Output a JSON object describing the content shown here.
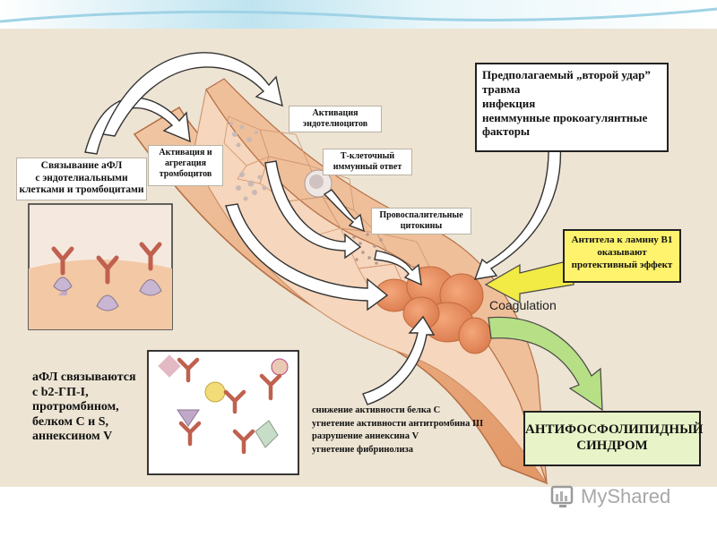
{
  "labels": {
    "binding": [
      "Связывание аФЛ",
      "с эндотелиальными",
      "клетками и тромбоцитами"
    ],
    "platelet": [
      "Активация и",
      "агрегация",
      "тромбоцитов"
    ],
    "endothelial": [
      "Активация",
      "эндотелиоцитов"
    ],
    "tcell": [
      "Т-клеточный",
      "иммунный ответ"
    ],
    "cytokines": [
      "Провоспалительные",
      "цитокины"
    ],
    "second_hit": [
      "Предполагаемый „второй удар”",
      "травма",
      "инфекция",
      "неиммунные прокоагулянтные",
      "факторы"
    ],
    "lamin": [
      "Антитела к ламину В1",
      "оказывают",
      "протективный эффект"
    ],
    "coagulation": "Coagulation",
    "apl_binding": [
      "аФЛ связываются",
      "с b2-ГП-I,",
      "протромбином,",
      "белком С и S,",
      "аннексином V"
    ],
    "effects": [
      "снижение активности белка С",
      "угнетение активности антитромбина III",
      "разрушение аннексина V",
      "угнетение фибринолиза"
    ],
    "syndrome": [
      "АНТИФОСФОЛИПИДНЫЙ",
      "СИНДРОМ"
    ]
  },
  "watermark": "MyShared",
  "colors": {
    "panel": "#ede4d3",
    "vessel": "#e6a77c",
    "lamin_box": "#fff36e",
    "syndrome_box": "#e8f4c8",
    "clot": "#e58f5e",
    "arrow_green": "#b6df86",
    "arrow_yellow": "#f2ea45"
  },
  "icons": [
    "antibody-icon",
    "phospholipid-icon",
    "watermark-logo-icon"
  ]
}
